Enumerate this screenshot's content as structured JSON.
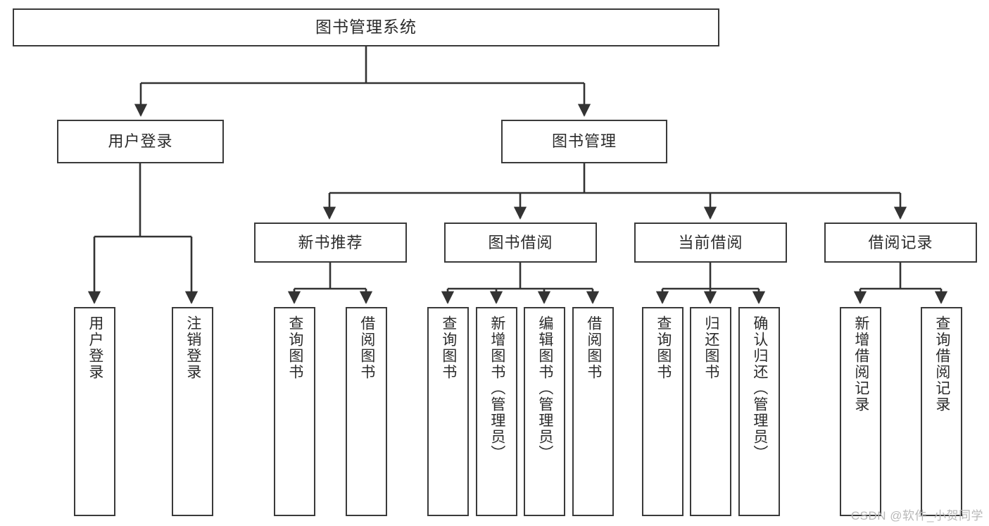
{
  "diagram": {
    "title": "图书管理系统",
    "type": "tree-hierarchy-chart",
    "watermark": "CSDN @软件_小贺同学",
    "colors": {
      "box_border": "#3a3a3a",
      "box_fill": "#ffffff",
      "connector": "#333333",
      "text": "#2b2b2b",
      "watermark": "#b8b8b8",
      "page_background": "#ffffff"
    }
  },
  "root": {
    "label": "图书管理系统"
  },
  "level2": [
    {
      "label": "用户登录"
    },
    {
      "label": "图书管理"
    }
  ],
  "level3": [
    {
      "label": "新书推荐"
    },
    {
      "label": "图书借阅"
    },
    {
      "label": "当前借阅"
    },
    {
      "label": "借阅记录"
    }
  ],
  "leaves": {
    "user_login": [
      {
        "label": "用户登录"
      },
      {
        "label": "注销登录"
      }
    ],
    "new_book_recommend": [
      {
        "label": "查询图书"
      },
      {
        "label": "借阅图书"
      }
    ],
    "book_borrow": [
      {
        "label": "查询图书"
      },
      {
        "label": "新增图书（管理员）"
      },
      {
        "label": "编辑图书（管理员）"
      },
      {
        "label": "借阅图书"
      }
    ],
    "current_borrow": [
      {
        "label": "查询图书"
      },
      {
        "label": "归还图书"
      },
      {
        "label": "确认归还（管理员）"
      }
    ],
    "borrow_record": [
      {
        "label": "新增借阅记录"
      },
      {
        "label": "查询借阅记录"
      }
    ]
  }
}
